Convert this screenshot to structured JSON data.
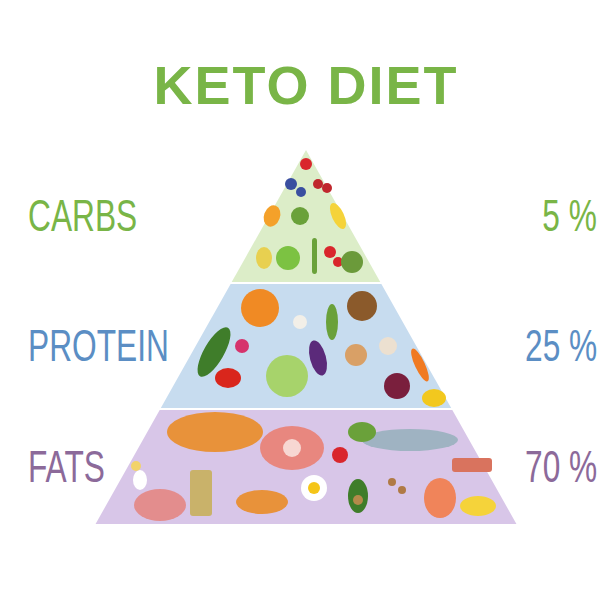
{
  "diagram": {
    "title": "KETO DIET",
    "nodes": [
      {
        "text": [
          "CARBS",
          "5 %"
        ]
      },
      {
        "text": [
          "PROTEIN",
          "25 %"
        ]
      },
      {
        "text": [
          "FATS",
          "70 %"
        ]
      }
    ]
  }
}
